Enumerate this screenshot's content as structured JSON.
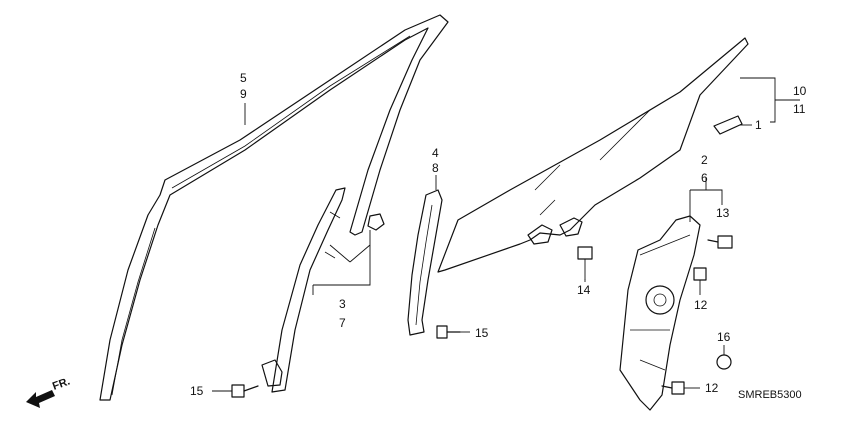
{
  "diagram": {
    "code": "SMREB5300",
    "direction_label": "FR.",
    "callouts": {
      "c5": "5",
      "c9": "9",
      "c4": "4",
      "c8": "8",
      "c3": "3",
      "c7": "7",
      "c15a": "15",
      "c15b": "15",
      "c10": "10",
      "c11": "11",
      "c1": "1",
      "c2": "2",
      "c6": "6",
      "c13": "13",
      "c14": "14",
      "c12a": "12",
      "c12b": "12",
      "c16": "16"
    }
  }
}
